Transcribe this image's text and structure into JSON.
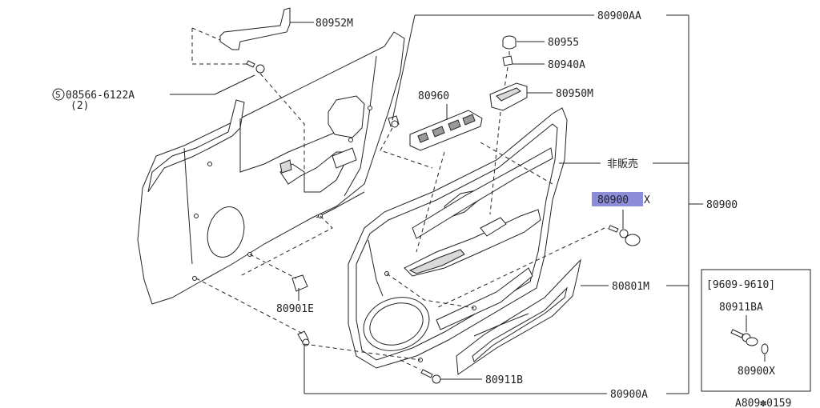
{
  "diagram": {
    "highlight_color": "#8c8cd9",
    "callouts": {
      "p80952M": "80952M",
      "p80900AA": "80900AA",
      "p80955": "80955",
      "p80940A": "80940A",
      "p80950M": "80950M",
      "p80960": "80960",
      "p08566": "08566-6122A",
      "p08566_qty": "(2)",
      "p08566_symbol": "S",
      "p_nonsale": "非販売",
      "p80900_highlight": "80900",
      "p80900_suffix": "X",
      "p80900": "80900",
      "p80801M": "80801M",
      "p80901E": "80901E",
      "p80911B": "80911B",
      "p80900A": "80900A"
    },
    "inset": {
      "date_range": "[9609-9610]",
      "p80911BA": "80911BA",
      "p80900X": "80900X"
    },
    "figure_code": "A809✽0159"
  }
}
